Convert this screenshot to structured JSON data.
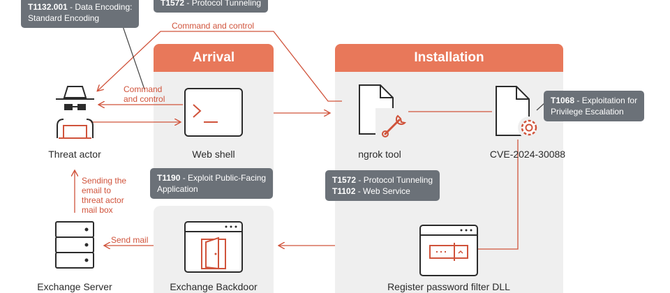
{
  "panels": {
    "arrival": {
      "title": "Arrival"
    },
    "installation": {
      "title": "Installation"
    }
  },
  "nodes": {
    "threat_actor": "Threat actor",
    "web_shell": "Web shell",
    "ngrok": "ngrok tool",
    "cve": "CVE-2024-30088",
    "exchange_server": "Exchange Server",
    "exchange_backdoor": "Exchange Backdoor",
    "password_filter": "Register password filter DLL"
  },
  "edge_labels": {
    "c2_top": "Command and control",
    "c2_left": "Command\nand control",
    "send_email": "Sending the\nemail to\nthreat actor\nmail box",
    "send_mail": "Send mail"
  },
  "tags": {
    "t1132": {
      "id": "T1132.001",
      "text": "Data Encoding:\nStandard Encoding"
    },
    "t1572_top": {
      "id": "T1572",
      "text": "Protocol Tunneling"
    },
    "t1068": {
      "id": "T1068",
      "text": "Exploitation for\nPrivilege Escalation"
    },
    "t1190": {
      "id": "T1190",
      "text": "Exploit Public-Facing\nApplication"
    },
    "t1572": {
      "id": "T1572",
      "text": "Protocol Tunneling"
    },
    "t1102": {
      "id": "T1102",
      "text": "Web Service"
    }
  },
  "colors": {
    "accent": "#e8785a",
    "line": "#d0533b",
    "tag_bg": "#6b7178",
    "panel_bg": "#efefef"
  },
  "icons": [
    "threat-actor-icon",
    "terminal-icon",
    "document-wrench-icon",
    "document-gear-icon",
    "server-icon",
    "browser-door-icon",
    "browser-password-icon"
  ]
}
